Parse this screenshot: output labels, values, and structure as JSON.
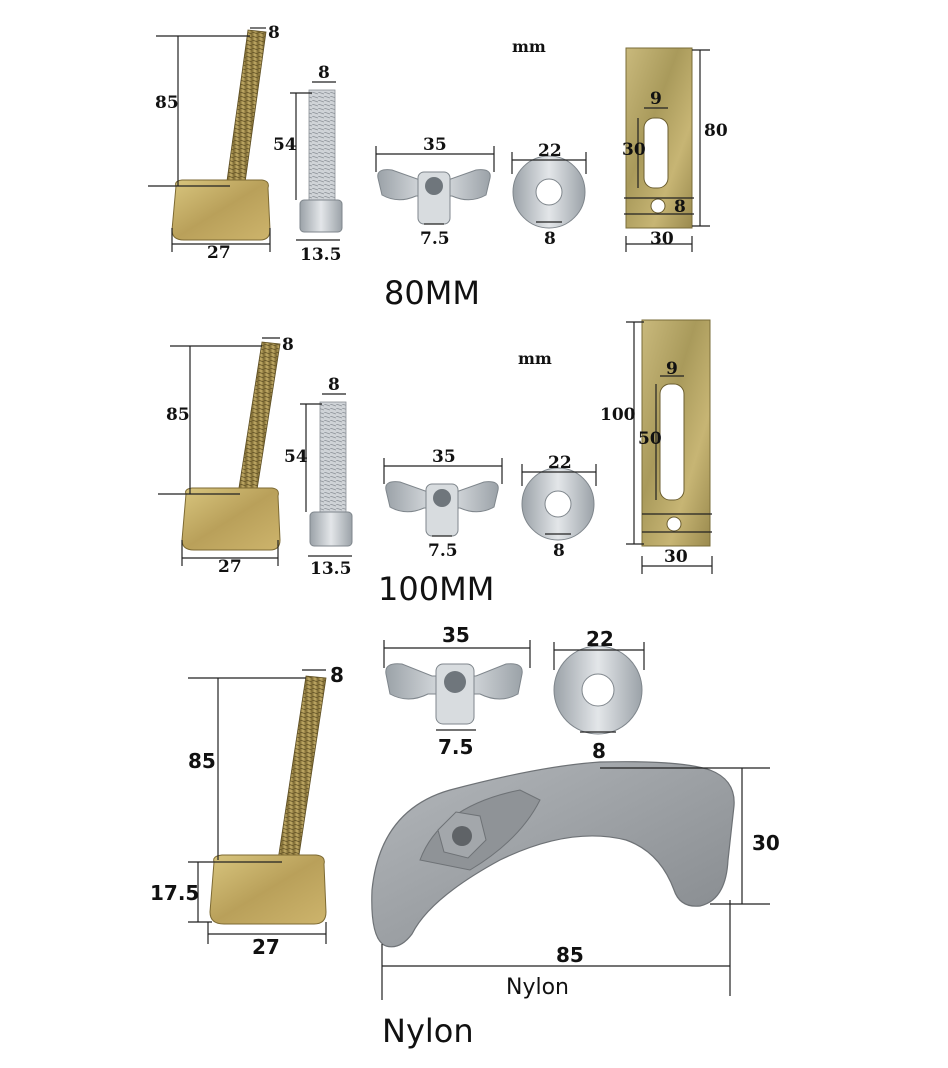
{
  "colors": {
    "zinc_yellow": "#c9b26a",
    "zinc_yellow_dark": "#8f7a3c",
    "silver": "#c7ccd1",
    "silver_dark": "#8d949b",
    "nylon_grey": "#9a9ea2",
    "nylon_dark": "#6e7276"
  },
  "section_80": {
    "caption": "80MM",
    "unit": "mm",
    "tbolt": {
      "length": "85",
      "thread": "8",
      "head_width": "27"
    },
    "bolt": {
      "length": "54",
      "thread": "8",
      "head": "13.5"
    },
    "wingnut": {
      "width": "35",
      "bore": "7.5"
    },
    "washer": {
      "outer": "22",
      "inner": "8"
    },
    "plate": {
      "height": "80",
      "slot_width": "9",
      "slot_length": "30",
      "hole": "8",
      "width": "30"
    }
  },
  "section_100": {
    "caption": "100MM",
    "unit": "mm",
    "tbolt": {
      "length": "85",
      "thread": "8",
      "head_width": "27"
    },
    "bolt": {
      "length": "54",
      "thread": "8",
      "head": "13.5"
    },
    "wingnut": {
      "width": "35",
      "bore": "7.5"
    },
    "washer": {
      "outer": "22",
      "inner": "8"
    },
    "plate": {
      "height": "100",
      "slot_width": "9",
      "slot_length": "50",
      "width": "30"
    }
  },
  "section_nylon": {
    "caption": "Nylon",
    "tbolt": {
      "length": "85",
      "thread": "8",
      "head_width": "27",
      "head_height": "17.5"
    },
    "wingnut": {
      "width": "35",
      "bore": "7.5"
    },
    "washer": {
      "outer": "22",
      "inner": "8"
    },
    "clamp": {
      "height": "30",
      "length": "85",
      "material": "Nylon"
    }
  }
}
